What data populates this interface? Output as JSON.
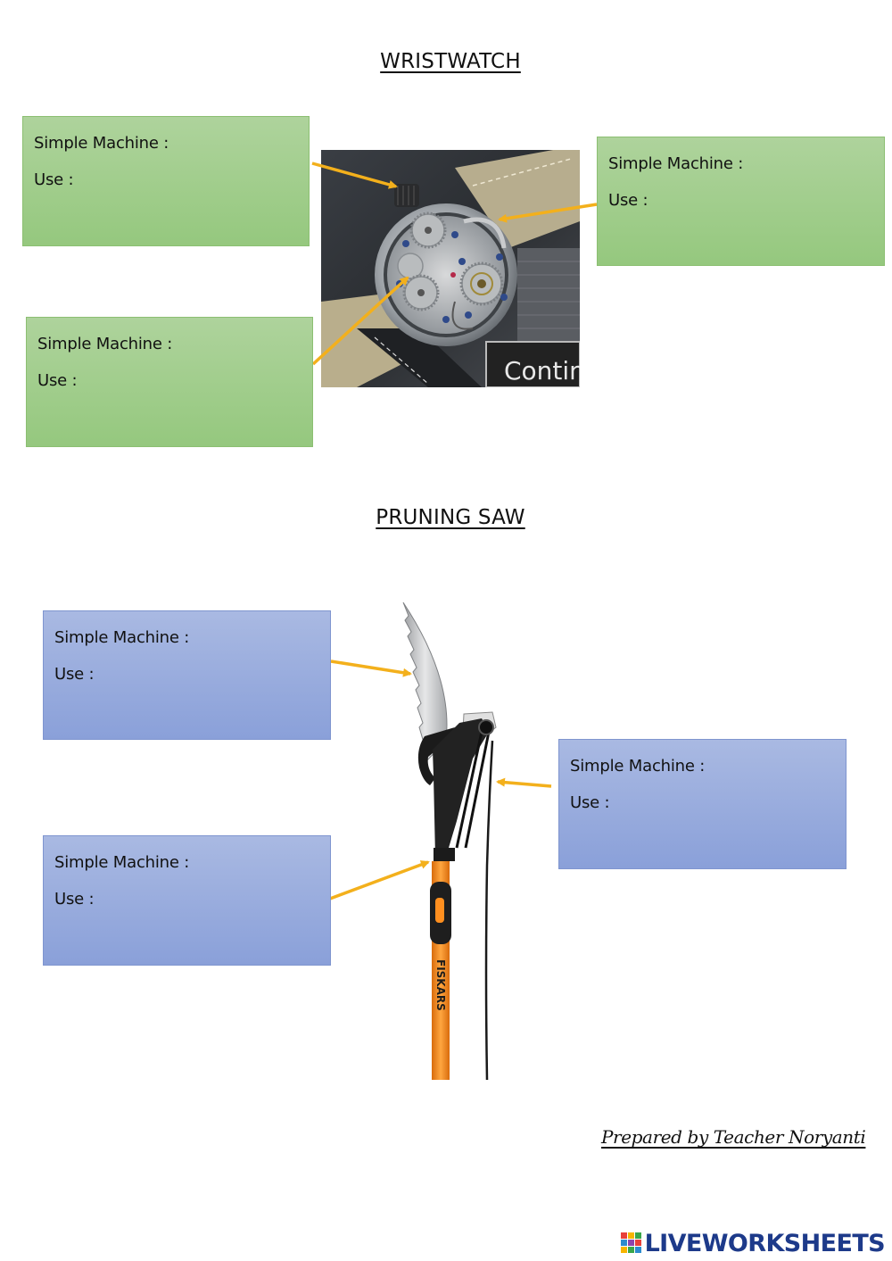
{
  "sections": {
    "watch_title": "WRISTWATCH",
    "saw_title": "PRUNING SAW"
  },
  "labels": {
    "simple_machine": "Simple Machine :",
    "use": "Use :"
  },
  "credit": "Prepared by Teacher Noryanti",
  "brand": {
    "name": "LIVEWORKSHEETS",
    "icon": "liveworksheets-logo-icon"
  },
  "watch_photo_text": "Contin",
  "saw_handle_text": "FISKARS",
  "colors": {
    "green_box": "#a4ce90",
    "blue_box": "#9badde",
    "arrow": "#f3b01c",
    "saw_handle": "#f68b1f",
    "brand": "#1d3a8a"
  }
}
